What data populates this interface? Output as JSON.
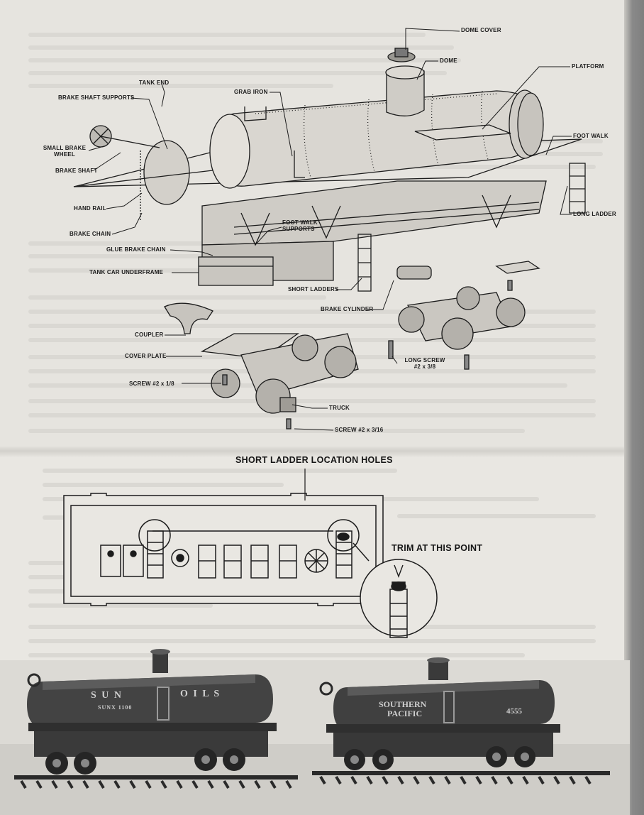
{
  "labels": {
    "dome_cover": "DOME COVER",
    "dome": "DOME",
    "platform": "PLATFORM",
    "tank_end": "TANK END",
    "brake_shaft_supports": "BRAKE SHAFT SUPPORTS",
    "grab_iron": "GRAB IRON",
    "small_brake_wheel_1": "SMALL BRAKE",
    "small_brake_wheel_2": "WHEEL",
    "brake_shaft": "BRAKE SHAFT",
    "foot_walk": "FOOT WALK",
    "hand_rail": "HAND RAIL",
    "long_ladder": "LONG LADDER",
    "brake_chain": "BRAKE CHAIN",
    "foot_walk_supports_1": "FOOT WALK",
    "foot_walk_supports_2": "SUPPORTS",
    "glue_brake_chain": "GLUE BRAKE CHAIN",
    "tank_car_underframe": "TANK CAR UNDERFRAME",
    "short_ladders": "SHORT LADDERS",
    "brake_cylinder": "BRAKE CYLINDER",
    "coupler": "COUPLER",
    "cover_plate": "COVER PLATE",
    "long_screw_1": "LONG SCREW",
    "long_screw_2": "#2 x 3/8",
    "screw_1_8": "SCREW #2 x 1/8",
    "truck": "TRUCK",
    "screw_3_16": "SCREW #2 x 3/16"
  },
  "diagram2": {
    "title": "SHORT LADDER LOCATION HOLES",
    "trim": "TRIM AT THIS POINT"
  },
  "cars": {
    "car1_name_a": "S U N",
    "car1_name_b": "O I L S",
    "car1_sub": "SUNX 1100",
    "car2_line1": "SOUTHERN",
    "car2_line2": "PACIFIC",
    "car2_number": "4555"
  },
  "colors": {
    "paper": "#e9e7e2",
    "ink": "#1c1c1c",
    "car_body": "#3d3d3d"
  }
}
